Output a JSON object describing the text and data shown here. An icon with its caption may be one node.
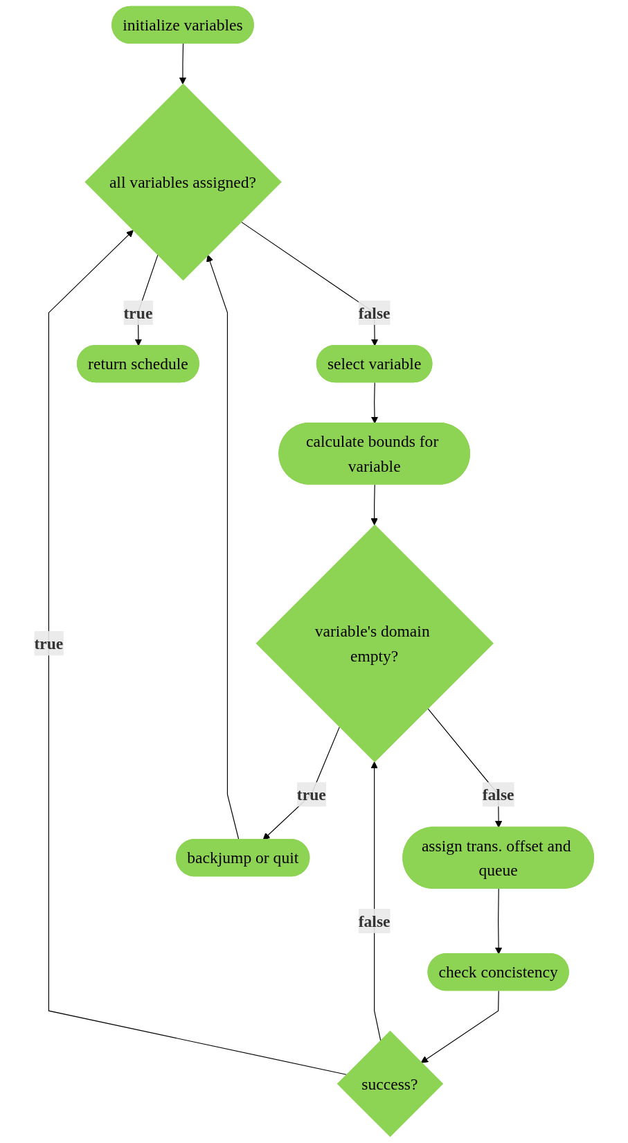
{
  "diagram": {
    "nodes": [
      {
        "text": [
          "initialize variables"
        ]
      },
      {
        "text": [
          "all variables assigned?"
        ]
      },
      {
        "text": [
          "select variable"
        ]
      },
      {
        "text": [
          "calculate bounds for variable"
        ]
      },
      {
        "text": [
          "variable's domain empty?"
        ]
      },
      {
        "text": [
          "assign trans. offset and queue"
        ]
      },
      {
        "text": [
          "check concistency"
        ]
      },
      {
        "text": [
          "success?"
        ]
      },
      {
        "text": [
          "backjump or quit"
        ]
      },
      {
        "text": [
          "return schedule"
        ]
      }
    ],
    "edges": [
      {
        "from": 0,
        "to": 1,
        "arrow": "to"
      },
      {
        "from": 1,
        "to": 9,
        "arrow": "to",
        "label": "true"
      },
      {
        "from": 1,
        "to": 2,
        "arrow": "to",
        "label": "false"
      },
      {
        "from": 2,
        "to": 3,
        "arrow": "to"
      },
      {
        "from": 3,
        "to": 4,
        "arrow": "to"
      },
      {
        "from": 4,
        "to": 8,
        "arrow": "to",
        "label": "true"
      },
      {
        "from": 4,
        "to": 5,
        "arrow": "to",
        "label": "false"
      },
      {
        "from": 5,
        "to": 6,
        "arrow": "to"
      },
      {
        "from": 6,
        "to": 7,
        "arrow": "to"
      },
      {
        "from": 7,
        "to": 4,
        "arrow": "to",
        "label": "false"
      },
      {
        "from": 7,
        "to": 1,
        "arrow": "to",
        "label": "true"
      },
      {
        "from": 8,
        "to": 1,
        "arrow": "to"
      }
    ]
  }
}
